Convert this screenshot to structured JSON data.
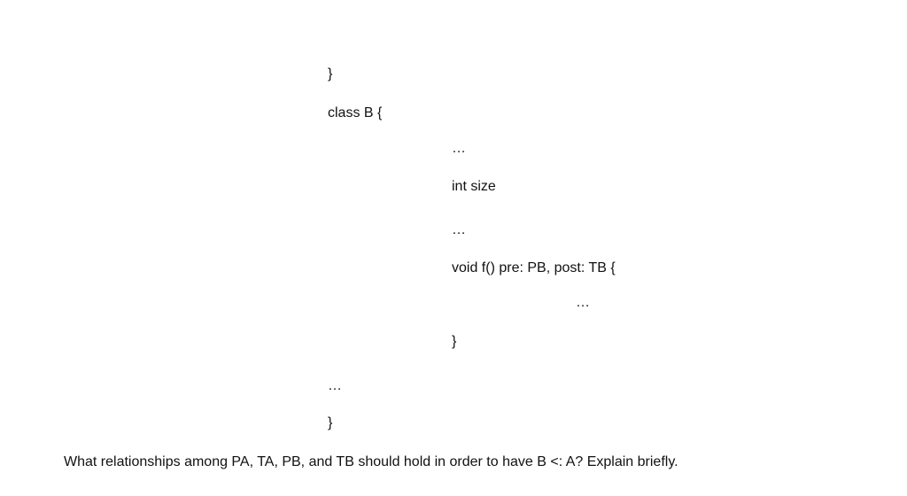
{
  "code_lines": [
    {
      "text": "}",
      "indent": 0
    },
    {
      "text": "class B {",
      "indent": 0
    },
    {
      "text": "…",
      "indent": 1
    },
    {
      "text": "int size",
      "indent": 1
    },
    {
      "text": "…",
      "indent": 1
    },
    {
      "text": "void f() pre: PB, post: TB {",
      "indent": 1
    },
    {
      "text": "…",
      "indent": 2
    },
    {
      "text": "}",
      "indent": 1
    },
    {
      "text": "…",
      "indent": 0
    },
    {
      "text": "}",
      "indent": 0
    }
  ],
  "question": "What relationships among PA, TA, PB, and TB should hold in order to have B <: A? Explain briefly."
}
